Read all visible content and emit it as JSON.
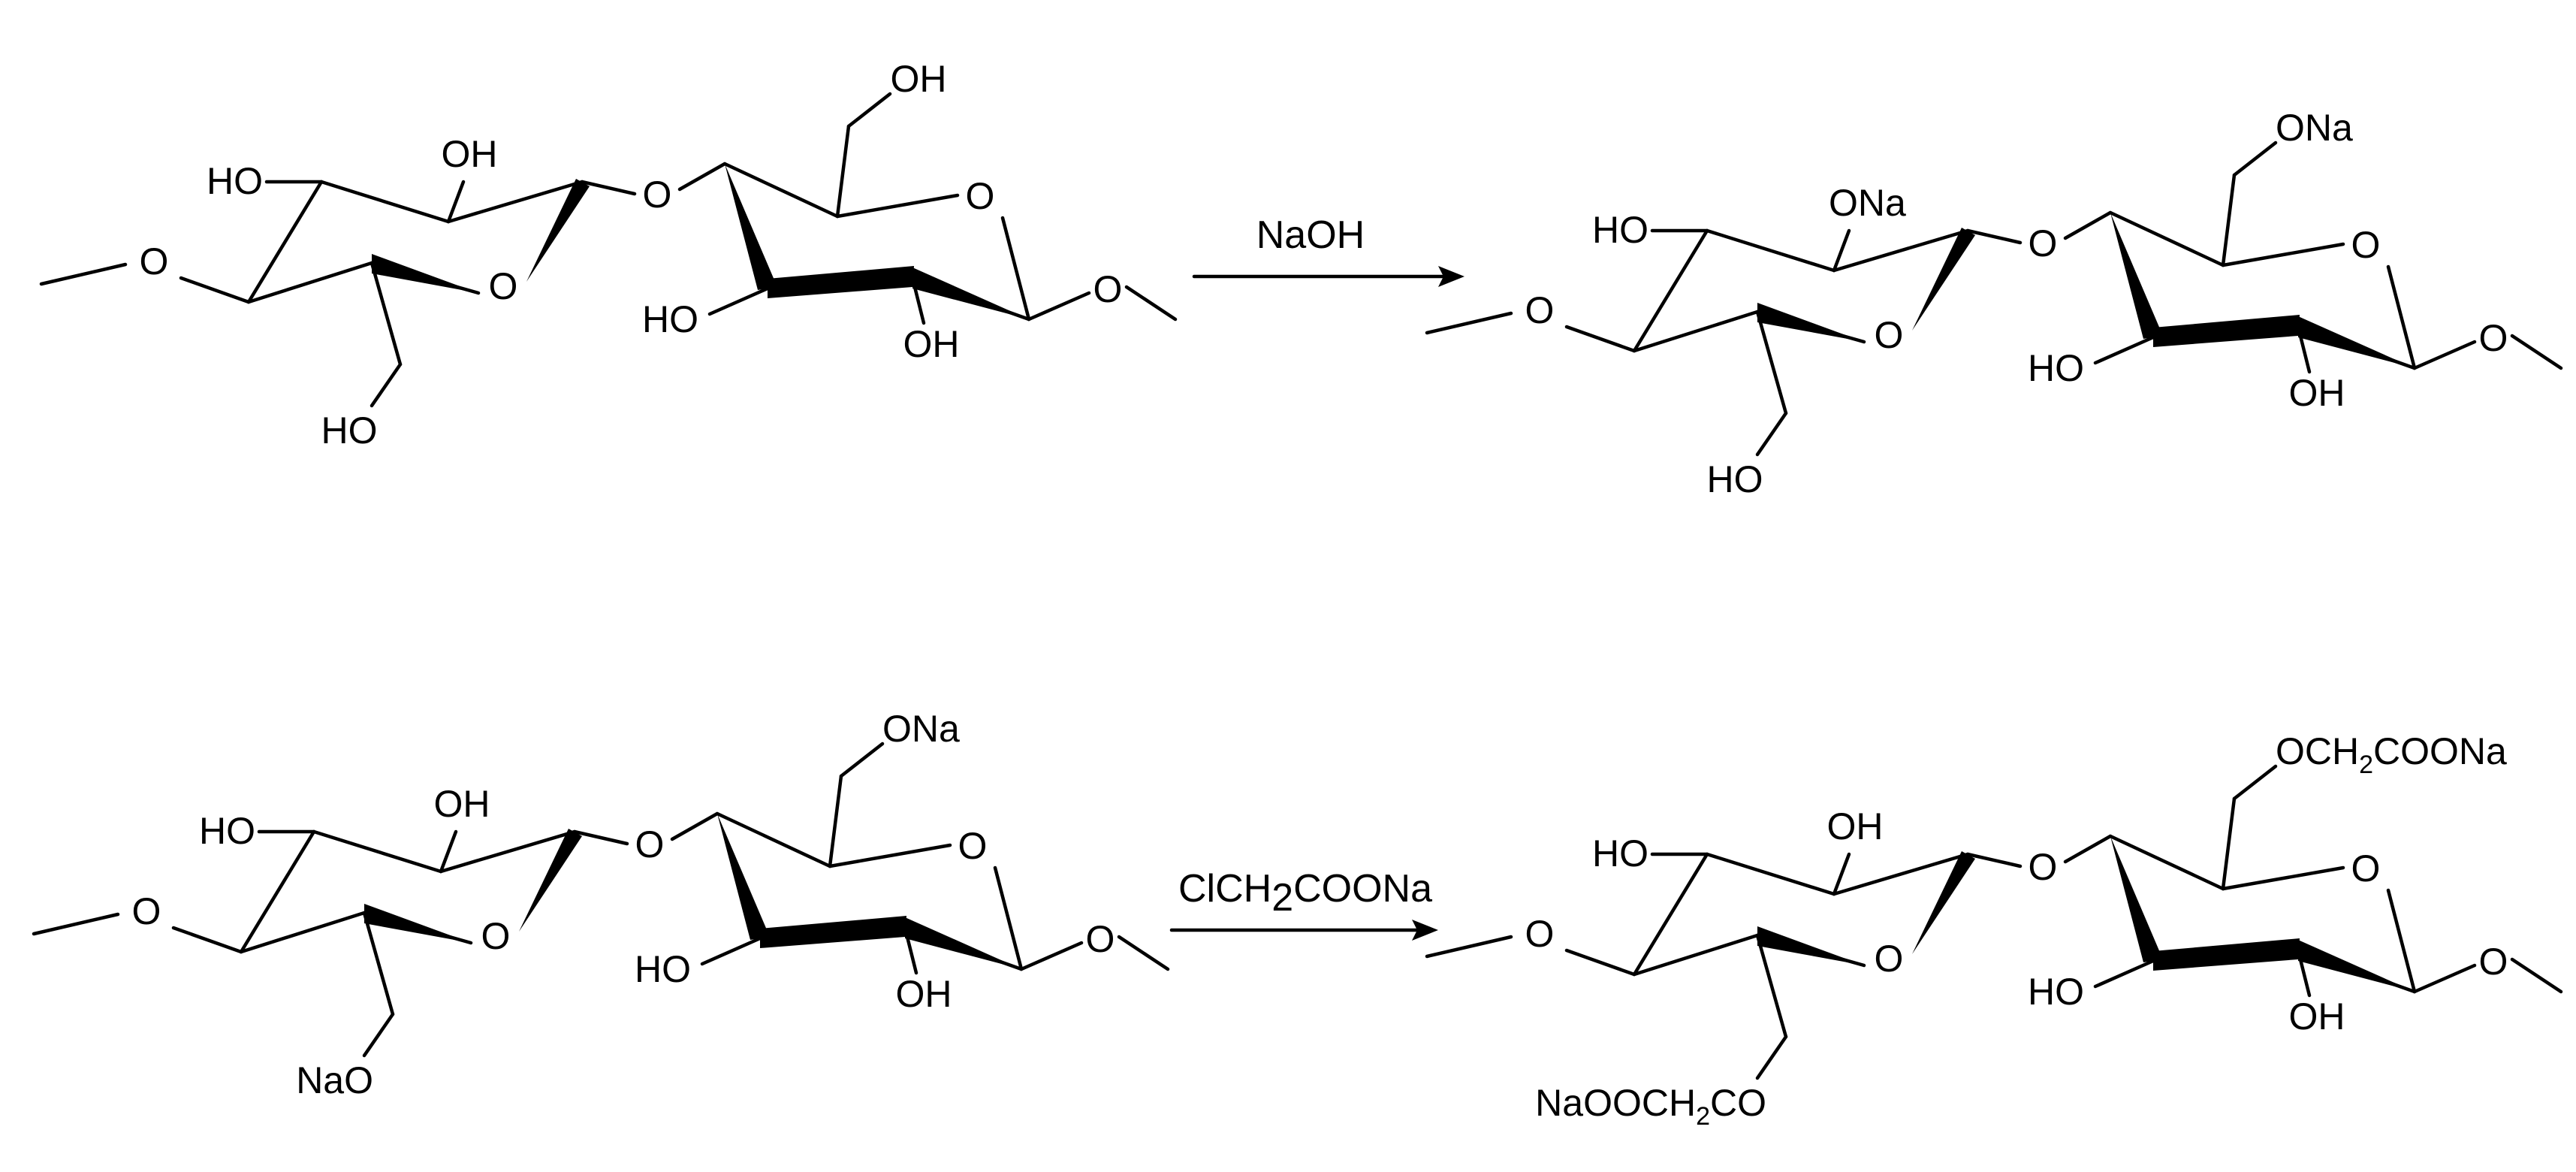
{
  "colors": {
    "ink": "#000000",
    "background": "#ffffff"
  },
  "top": {
    "reagent": "NaOH",
    "reactant": {
      "ring_a": {
        "ho_upper": "HO",
        "oh_top": "OH",
        "ring_o": "O",
        "ch2_oh": "HO"
      },
      "link_o": "O",
      "ring_b": {
        "ch2_oh": "OH",
        "ring_o": "O",
        "ho_lower": "HO",
        "oh_lower": "OH"
      }
    },
    "product": {
      "ring_a": {
        "ho_upper": "HO",
        "ona_top": "ONa",
        "ring_o": "O",
        "ch2_oh": "HO"
      },
      "link_o": "O",
      "ring_b": {
        "ch2_ona": "ONa",
        "ring_o": "O",
        "ho_lower": "HO",
        "oh_lower": "OH"
      }
    }
  },
  "bottom": {
    "reagent": {
      "part1": "ClCH",
      "sub": "2",
      "part2": "COONa"
    },
    "reactant": {
      "ring_a": {
        "ho_upper": "HO",
        "oh_top": "OH",
        "ring_o": "O",
        "ch2_ona": "NaO"
      },
      "link_o": "O",
      "ring_b": {
        "ch2_ona": "ONa",
        "ring_o": "O",
        "ho_lower": "HO",
        "oh_lower": "OH"
      }
    },
    "product": {
      "ring_a": {
        "ho_upper": "HO",
        "oh_top": "OH",
        "ring_o": "O",
        "ch2_sub": {
          "part1": "NaOOCH",
          "sub": "2",
          "part2": "CO"
        }
      },
      "link_o": "O",
      "ring_b": {
        "ch2_sub": {
          "part1": "OCH",
          "sub": "2",
          "part2": "COONa"
        },
        "ring_o": "O",
        "ho_lower": "HO",
        "oh_lower": "OH"
      }
    }
  }
}
